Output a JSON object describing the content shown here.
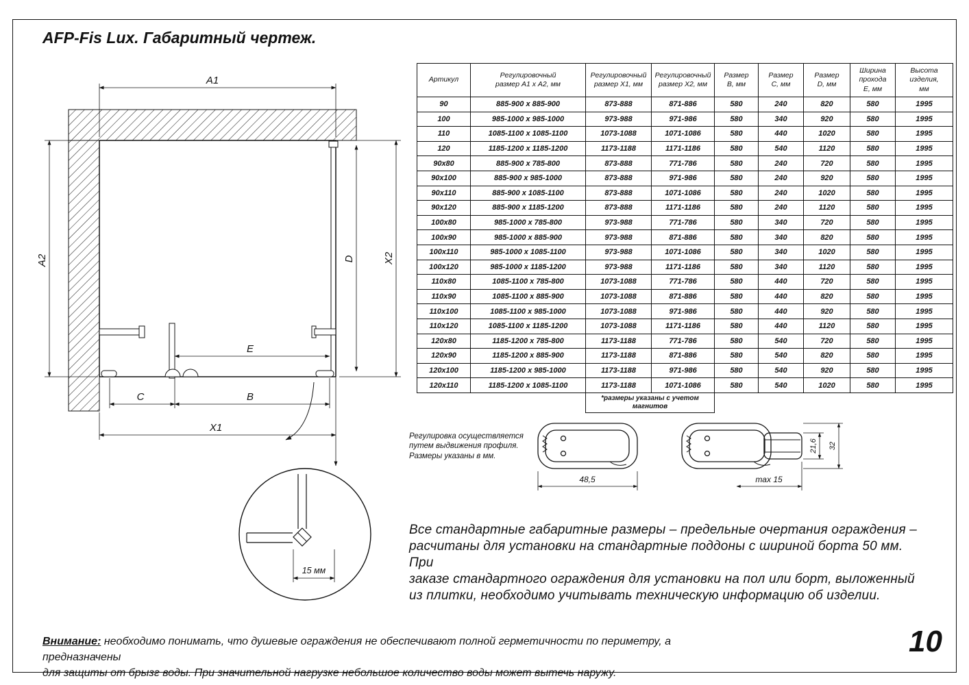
{
  "title": "AFP-Fis Lux. Габаритный чертеж.",
  "page_number": "10",
  "drawing": {
    "labels": {
      "a1": "A1",
      "a2": "A2",
      "x1": "X1",
      "x2": "X2",
      "b": "B",
      "c": "C",
      "d": "D",
      "e": "E"
    },
    "detail_label": "15 мм"
  },
  "table": {
    "headers": [
      "Артикул",
      "Регулировочный\nразмер А1 х А2, мм",
      "Регулировочный\nразмер Х1, мм",
      "Регулировочный\nразмер Х2, мм",
      "Размер\nВ, мм",
      "Размер\nС, мм",
      "Размер\nD, мм",
      "Ширина\nпрохода\nЕ, мм",
      "Высота\nизделия,\nмм"
    ],
    "rows": [
      [
        "90",
        "885-900 x 885-900",
        "873-888",
        "871-886",
        "580",
        "240",
        "820",
        "580",
        "1995"
      ],
      [
        "100",
        "985-1000 x 985-1000",
        "973-988",
        "971-986",
        "580",
        "340",
        "920",
        "580",
        "1995"
      ],
      [
        "110",
        "1085-1100 x 1085-1100",
        "1073-1088",
        "1071-1086",
        "580",
        "440",
        "1020",
        "580",
        "1995"
      ],
      [
        "120",
        "1185-1200 x 1185-1200",
        "1173-1188",
        "1171-1186",
        "580",
        "540",
        "1120",
        "580",
        "1995"
      ],
      [
        "90x80",
        "885-900 x 785-800",
        "873-888",
        "771-786",
        "580",
        "240",
        "720",
        "580",
        "1995"
      ],
      [
        "90x100",
        "885-900 x 985-1000",
        "873-888",
        "971-986",
        "580",
        "240",
        "920",
        "580",
        "1995"
      ],
      [
        "90x110",
        "885-900 x 1085-1100",
        "873-888",
        "1071-1086",
        "580",
        "240",
        "1020",
        "580",
        "1995"
      ],
      [
        "90x120",
        "885-900 x 1185-1200",
        "873-888",
        "1171-1186",
        "580",
        "240",
        "1120",
        "580",
        "1995"
      ],
      [
        "100x80",
        "985-1000 x 785-800",
        "973-988",
        "771-786",
        "580",
        "340",
        "720",
        "580",
        "1995"
      ],
      [
        "100x90",
        "985-1000 x 885-900",
        "973-988",
        "871-886",
        "580",
        "340",
        "820",
        "580",
        "1995"
      ],
      [
        "100x110",
        "985-1000 x 1085-1100",
        "973-988",
        "1071-1086",
        "580",
        "340",
        "1020",
        "580",
        "1995"
      ],
      [
        "100x120",
        "985-1000 x 1185-1200",
        "973-988",
        "1171-1186",
        "580",
        "340",
        "1120",
        "580",
        "1995"
      ],
      [
        "110x80",
        "1085-1100 x 785-800",
        "1073-1088",
        "771-786",
        "580",
        "440",
        "720",
        "580",
        "1995"
      ],
      [
        "110x90",
        "1085-1100 x 885-900",
        "1073-1088",
        "871-886",
        "580",
        "440",
        "820",
        "580",
        "1995"
      ],
      [
        "110x100",
        "1085-1100 x 985-1000",
        "1073-1088",
        "971-986",
        "580",
        "440",
        "920",
        "580",
        "1995"
      ],
      [
        "110x120",
        "1085-1100 x 1185-1200",
        "1073-1088",
        "1171-1186",
        "580",
        "440",
        "1120",
        "580",
        "1995"
      ],
      [
        "120x80",
        "1185-1200 x 785-800",
        "1173-1188",
        "771-786",
        "580",
        "540",
        "720",
        "580",
        "1995"
      ],
      [
        "120x90",
        "1185-1200 x 885-900",
        "1173-1188",
        "871-886",
        "580",
        "540",
        "820",
        "580",
        "1995"
      ],
      [
        "120x100",
        "1185-1200 x 985-1000",
        "1173-1188",
        "971-986",
        "580",
        "540",
        "920",
        "580",
        "1995"
      ],
      [
        "120x110",
        "1185-1200 x 1085-1100",
        "1173-1188",
        "1071-1086",
        "580",
        "540",
        "1020",
        "580",
        "1995"
      ]
    ],
    "footnote": "*размеры указаны с учетом магнитов"
  },
  "adjustment_note": "Регулировка осуществляется\nпутем выдвижения профиля.\nРазмеры указаны в мм.",
  "profiles": {
    "dim_width": "48,5",
    "dim_max": "max 15",
    "dim_inner_height": "21,6",
    "dim_outer_height": "32"
  },
  "description": "Все стандартные габаритные размеры – предельные очертания ограждения –\nрасчитаны для установки на стандартные поддоны с шириной борта 50 мм. При\nзаказе стандартного ограждения для установки на пол или борт, выложенный\nиз плитки, необходимо учитывать техническую информацию об изделии.",
  "warning": {
    "label": "Внимание:",
    "text": " необходимо понимать, что душевые ограждения не обеспечивают полной герметичности по периметру, а предназначены\nдля защиты от брызг воды. При значительной нагрузке небольшое количество воды может вытечь наружу."
  }
}
